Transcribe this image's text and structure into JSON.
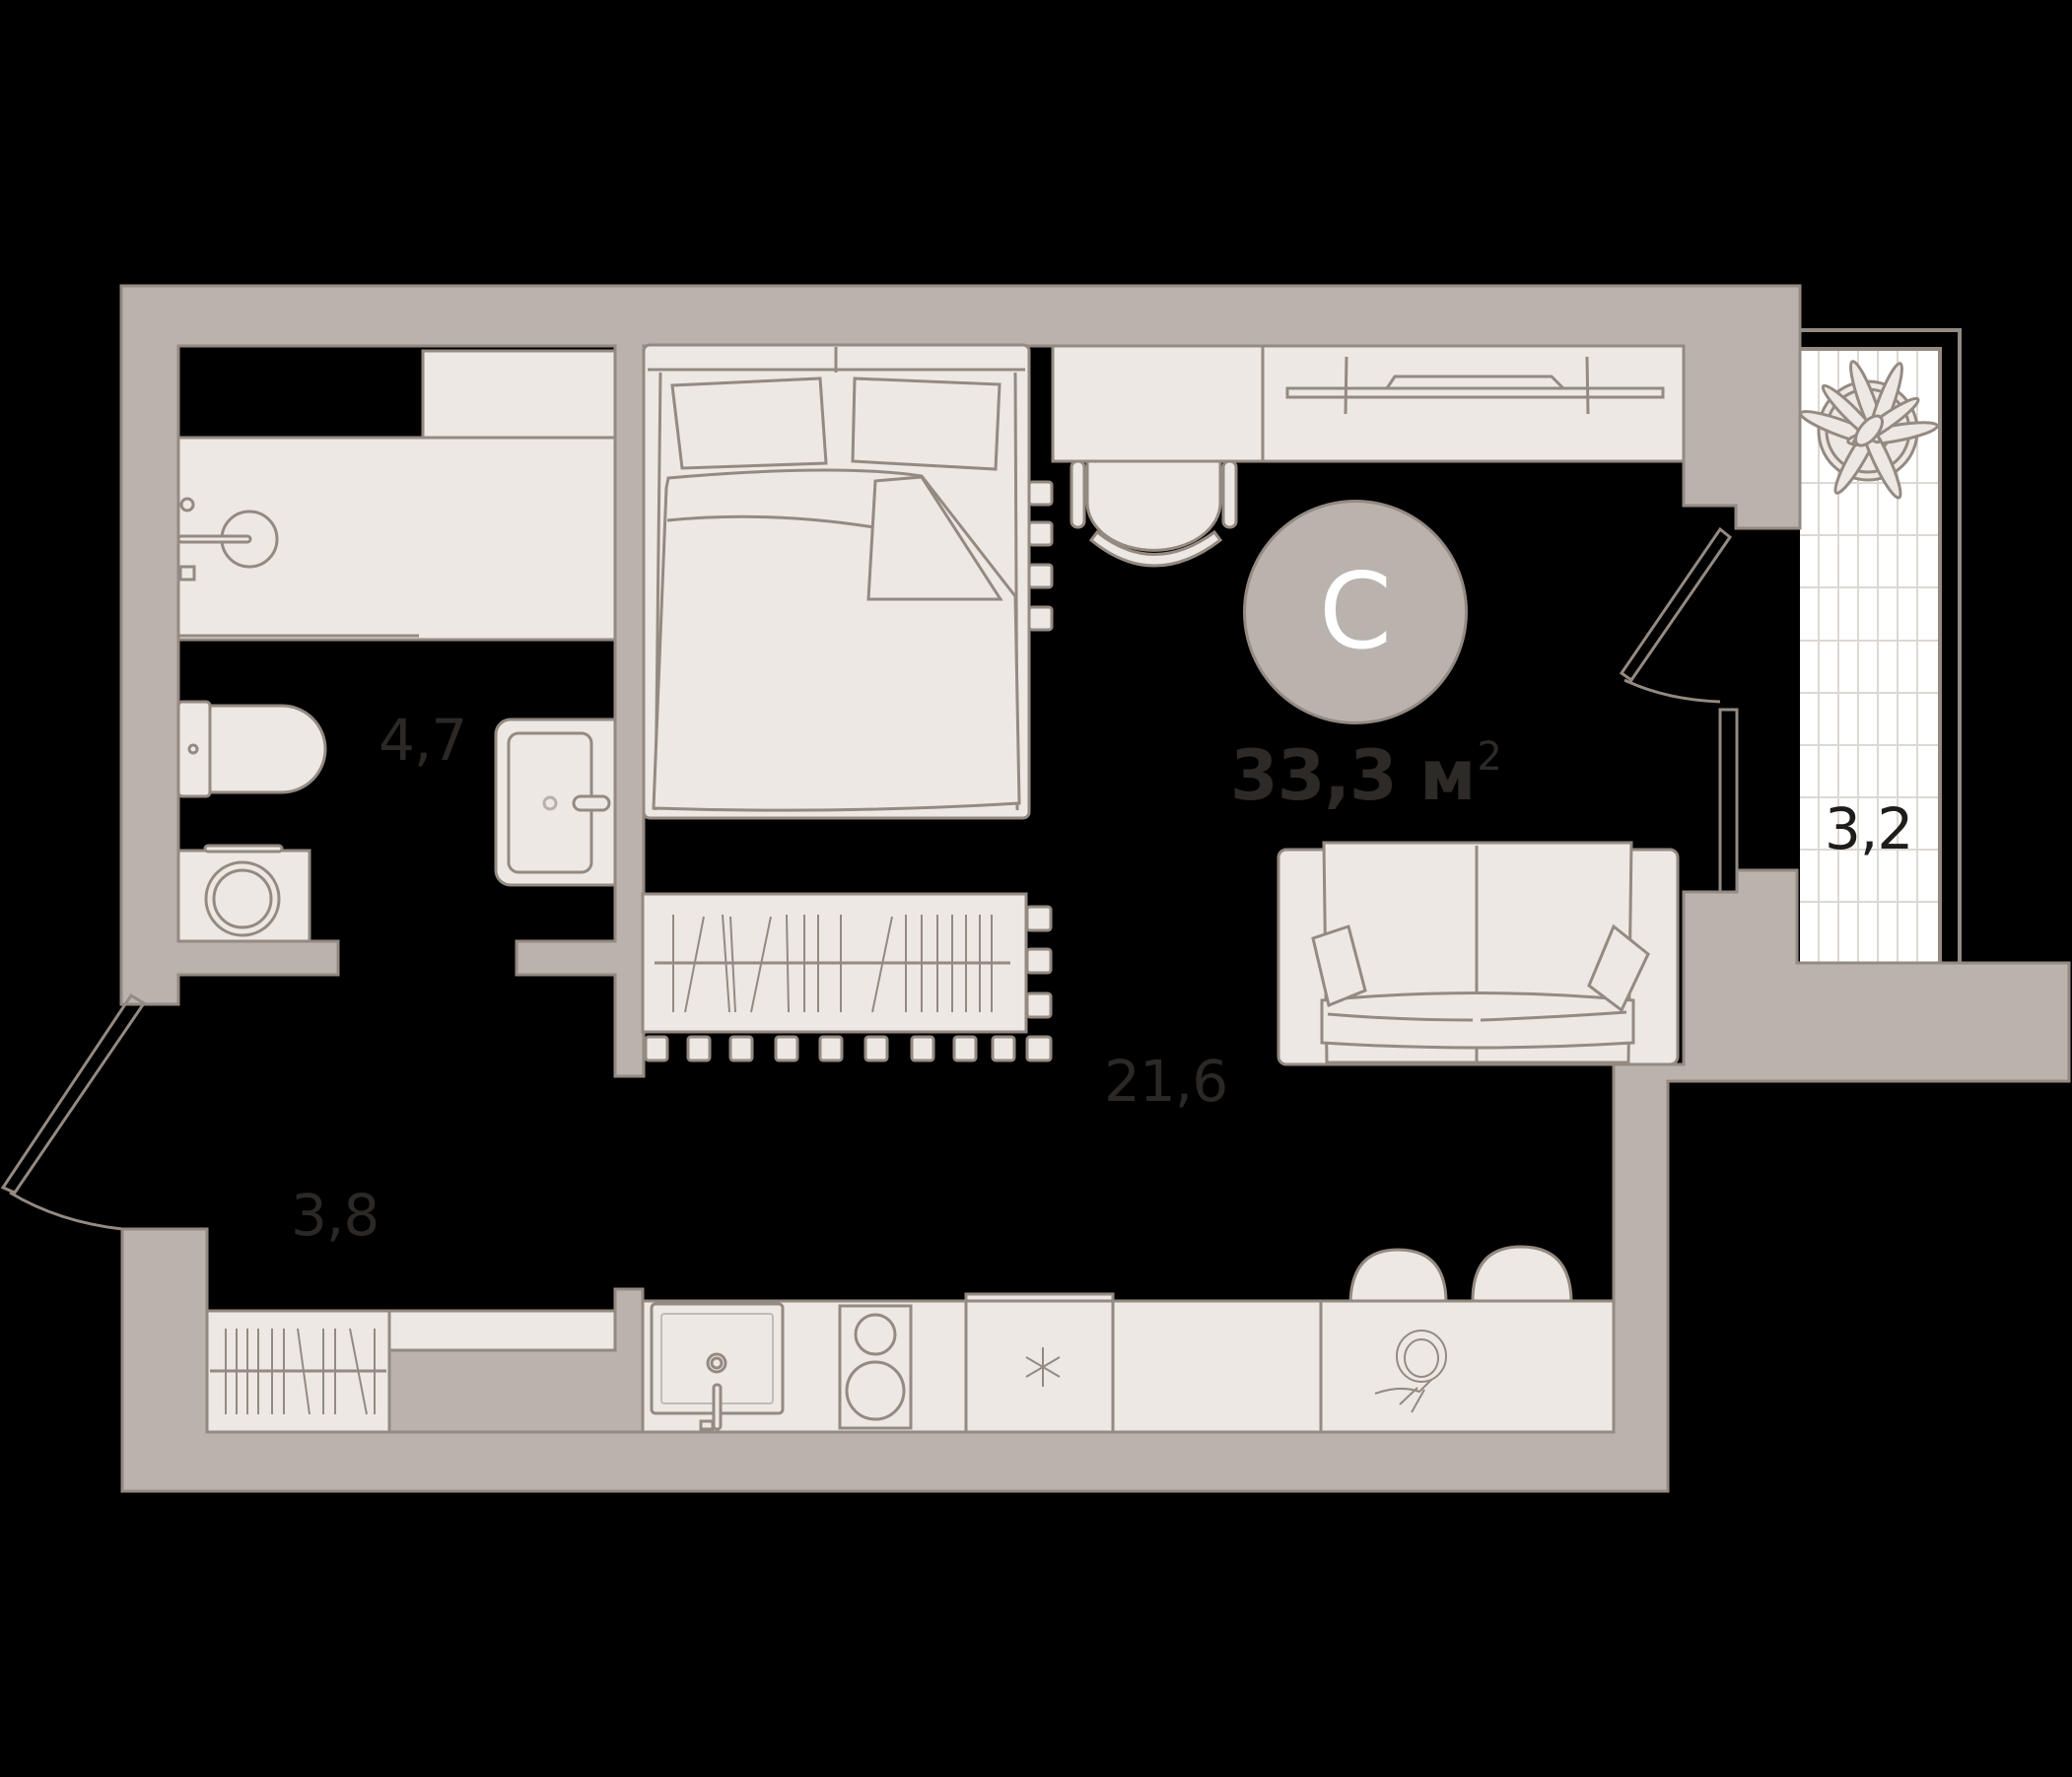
{
  "plan": {
    "apartment_type_badge": "C",
    "total_area": {
      "value": "33,3",
      "unit": "м",
      "unit_exponent": "2"
    },
    "rooms": [
      {
        "id": "bathroom",
        "area": "4,7"
      },
      {
        "id": "hallway",
        "area": "3,8"
      },
      {
        "id": "living-studio",
        "area": "21,6"
      },
      {
        "id": "balcony",
        "area": "3,2"
      }
    ]
  },
  "colors": {
    "background": "#000000",
    "wall": "#bab2ac",
    "wall_outline": "#948a82",
    "furniture_fill": "#ede8e3",
    "furniture_stroke": "#948a82",
    "balcony_floor": "#ffffff",
    "balcony_tile_lines": "#dcd8d4",
    "badge_text": "#ffffff",
    "label_text": "#2b2826"
  }
}
